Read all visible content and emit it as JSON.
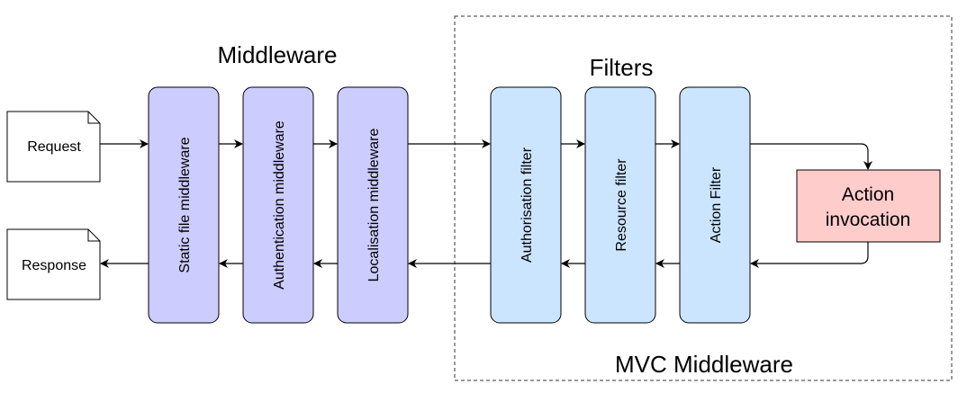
{
  "titles": {
    "middleware": "Middleware",
    "filters": "Filters",
    "mvc": "MVC Middleware"
  },
  "documents": {
    "request": "Request",
    "response": "Response"
  },
  "middleware": [
    {
      "label": "Static file middleware"
    },
    {
      "label": "Authentication middleware"
    },
    {
      "label": "Localisation middleware"
    }
  ],
  "filters": [
    {
      "label": "Authorisation filter"
    },
    {
      "label": "Resource filter"
    },
    {
      "label": "Action Filter"
    }
  ],
  "action": {
    "line1": "Action",
    "line2": "invocation"
  },
  "colors": {
    "middleware_fill": "#ccccff",
    "filter_fill": "#cce5ff",
    "action_fill": "#ffcccc",
    "stroke": "#000000"
  }
}
